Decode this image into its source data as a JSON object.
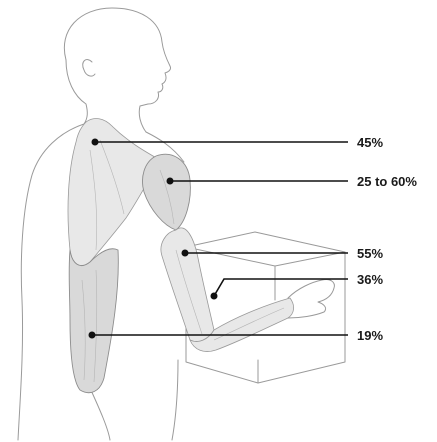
{
  "diagram": {
    "labels": [
      {
        "id": "upper-trapezius",
        "text": "45%"
      },
      {
        "id": "deltoid",
        "text": "25 to 60%"
      },
      {
        "id": "biceps",
        "text": "55%"
      },
      {
        "id": "forearm",
        "text": "36%"
      },
      {
        "id": "lower-back",
        "text": "19%"
      }
    ]
  }
}
